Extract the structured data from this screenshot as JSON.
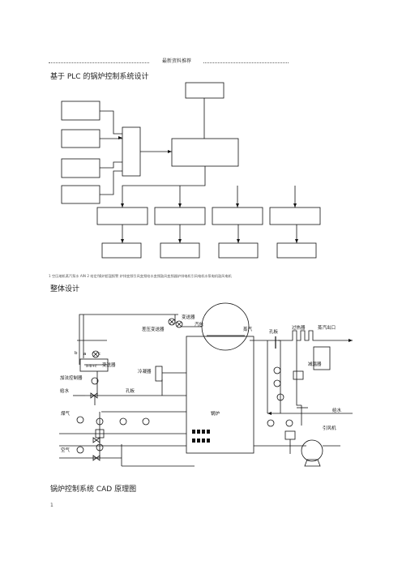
{
  "header": {
    "label": "最新资料推荐"
  },
  "sections": {
    "title1": "基于 PLC 的锅炉控制系统设计",
    "caption": "1 空压缩机蒸汽泵水 AIN 2 给定/锅炉超温报警 炉排变频引风变频给水变频鼓风变频器炉排电机引风电机水泵电机鼓风电机",
    "title2": "整体设计",
    "title3": "锅炉控制系统 CAD 原理图"
  },
  "diagram_labels": {
    "transmitter_top": "变送器",
    "diff_transmitter": "差压变送器",
    "steam_drum": "汽包",
    "main_steam": "蒸汽",
    "orifice_top": "孔板",
    "superheater": "过热器",
    "steam_outlet": "蒸汽出口",
    "attemperator": "减温器",
    "transmitter_left": "变送器",
    "condenser": "冷凝器",
    "add_controller": "加法控制器",
    "feed_water_left": "给水",
    "orifice_mid": "孔板",
    "boiler": "锅炉",
    "feed_water_right": "给水",
    "coal_gas": "煤气",
    "air": "空气",
    "induced_fan": "引风机",
    "b": "b",
    "a": "a",
    "c": "c",
    "sum_formula": "a-b+c"
  },
  "page": {
    "number": "1"
  }
}
